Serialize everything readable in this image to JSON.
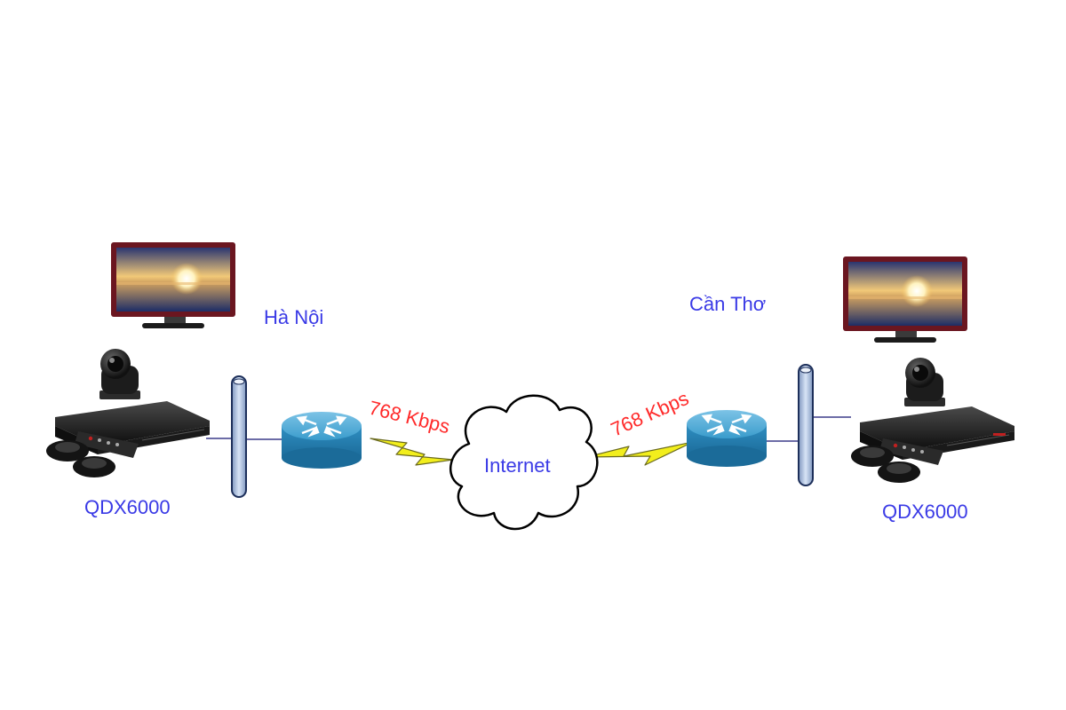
{
  "sites": {
    "left": {
      "name": "Hà Nội",
      "device": "QDX6000"
    },
    "right": {
      "name": "Cần Thơ",
      "device": "QDX6000"
    }
  },
  "links": {
    "left_speed": "768 Kbps",
    "right_speed": "768 Kbps"
  },
  "cloud_label": "Internet",
  "colors": {
    "label": "#3a3ae6",
    "speed": "#ff2a2a",
    "router": "#2f8fc2",
    "bolt": "#f2ee1c",
    "hub": "#aec6ea"
  },
  "icons": [
    "monitor-icon",
    "camera-icon",
    "codec-icon",
    "microphone-icon",
    "remote-control-icon",
    "hub-icon",
    "router-icon",
    "lightning-icon",
    "cloud-icon"
  ]
}
